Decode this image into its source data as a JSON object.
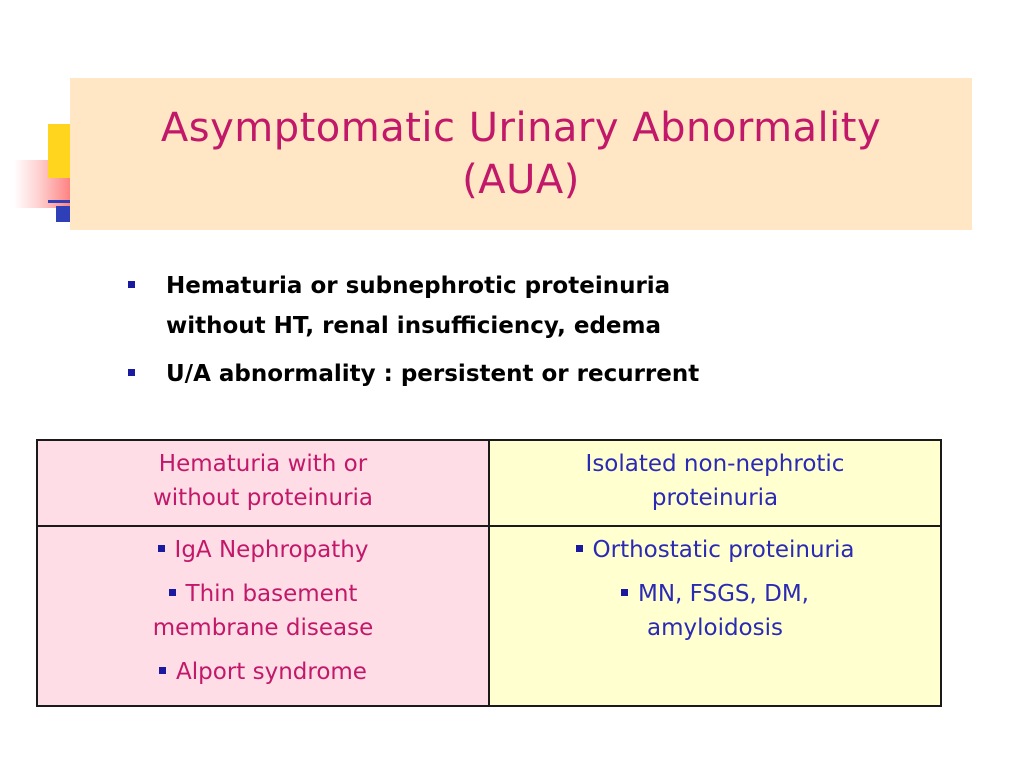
{
  "slide": {
    "title_line1": "Asymptomatic Urinary Abnormality",
    "title_line2": "(AUA)",
    "bullets": [
      {
        "line1": "Hematuria or subnephrotic proteinuria",
        "line2": "without HT, renal insufficiency, edema"
      },
      {
        "line1": "U/A abnormality : persistent or recurrent"
      }
    ],
    "table": {
      "left_header_line1": "Hematuria with or",
      "left_header_line2": "without proteinuria",
      "right_header_line1": "Isolated non-nephrotic",
      "right_header_line2": "proteinuria",
      "left_items": [
        {
          "line1": "IgA Nephropathy"
        },
        {
          "line1": "Thin basement",
          "line2": "membrane disease"
        },
        {
          "line1": "Alport syndrome"
        }
      ],
      "right_items": [
        {
          "line1": "Orthostatic proteinuria"
        },
        {
          "line1": "MN, FSGS, DM,",
          "line2": "amyloidosis"
        }
      ]
    },
    "colors": {
      "title": "#c2186a",
      "title_background": "#ffe6c4",
      "left_column_text": "#c2186a",
      "left_column_background": "#ffdde6",
      "right_column_text": "#2a2ab4",
      "right_column_background": "#ffffcf",
      "bullet": "#1a1aa0"
    }
  }
}
